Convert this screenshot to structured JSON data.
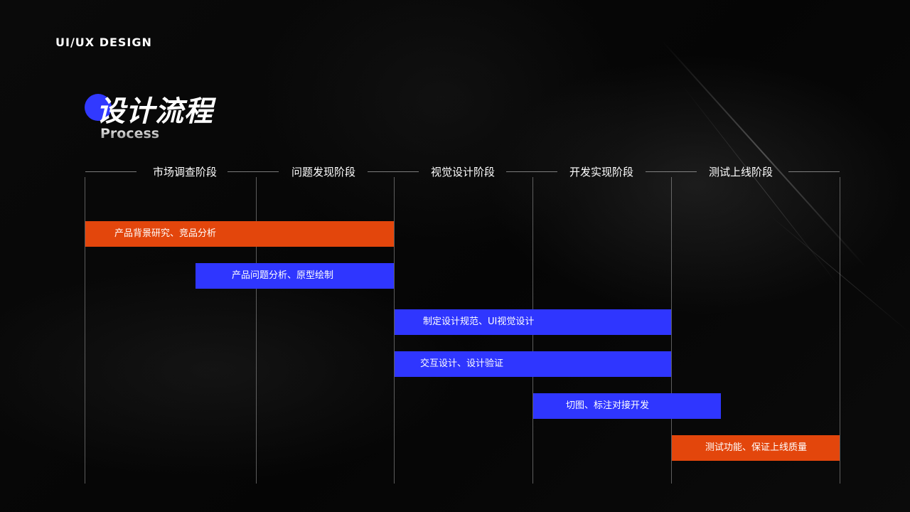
{
  "header": {
    "brand": "UI/UX DESIGN"
  },
  "title": {
    "main": "设计流程",
    "sub": "Process"
  },
  "colors": {
    "accent_blue": "#2f36ff",
    "accent_orange": "#e3460c",
    "background": "#050505"
  },
  "phases": [
    "市场调查阶段",
    "问题发现阶段",
    "视觉设计阶段",
    "开发实现阶段",
    "测试上线阶段"
  ],
  "tasks": [
    {
      "label": "产品背景研究、竞品分析",
      "color": "orange"
    },
    {
      "label": "产品问题分析、原型绘制",
      "color": "blue"
    },
    {
      "label": "制定设计规范、UI视觉设计",
      "color": "blue"
    },
    {
      "label": "交互设计、设计验证",
      "color": "blue"
    },
    {
      "label": "切图、标注对接开发",
      "color": "blue"
    },
    {
      "label": "测试功能、保证上线质量",
      "color": "orange"
    }
  ]
}
